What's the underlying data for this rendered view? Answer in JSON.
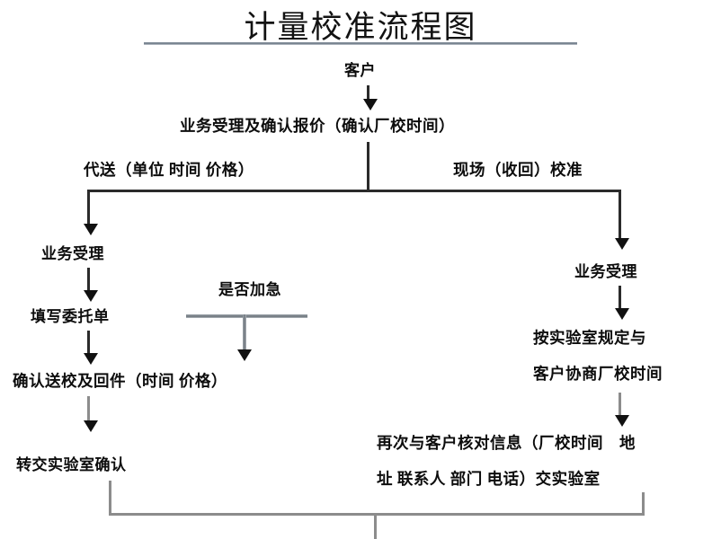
{
  "document": {
    "title": "计量校准流程图",
    "language": "zh-CN"
  },
  "flowchart": {
    "start": {
      "label": "客户"
    },
    "intake": {
      "label": "业务受理及确认报价（确认厂校时间）"
    },
    "branches": {
      "left": {
        "label": "代送（单位 时间 价格）",
        "steps": [
          {
            "label": "业务受理"
          },
          {
            "label": "填写委托单"
          },
          {
            "label": "确认送校及回件（时间 价格）"
          },
          {
            "label": "转交实验室确认"
          }
        ]
      },
      "right": {
        "label": "现场（收回）校准",
        "steps": [
          {
            "label": "业务受理"
          },
          {
            "label": "按实验室规定与"
          },
          {
            "label": "客户协商厂校时间"
          },
          {
            "label": "再次与客户核对信息（厂校时间　地"
          },
          {
            "label": "址 联系人 部门 电话）交实验室"
          }
        ]
      }
    },
    "decision": {
      "label": "是否加急"
    }
  },
  "colors": {
    "text": "#0d0d0d",
    "connector_dark": "#2b2b2b",
    "connector_gray": "#8c8c8c",
    "rule": "#6f7b88",
    "background": "#ffffff"
  }
}
